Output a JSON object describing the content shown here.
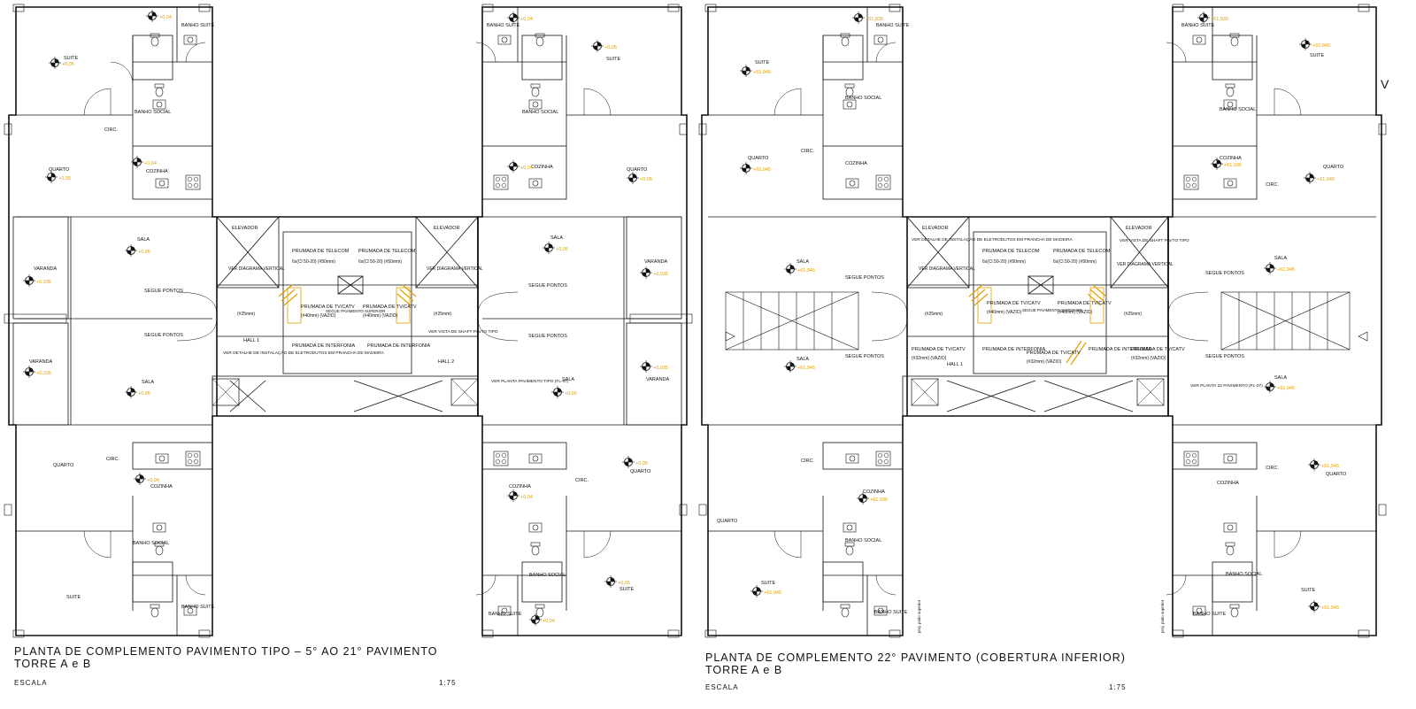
{
  "colors": {
    "lines": "#111111",
    "levels": "#e0a000",
    "background": "#ffffff"
  },
  "icons": {
    "level_marker": "level-marker-icon",
    "orange_pipes": "orange-conduit-icon"
  },
  "plans": [
    {
      "title_line1": "PLANTA DE COMPLEMENTO PAVIMENTO TIPO – 5° AO 21° PAVIMENTO",
      "title_line2": "TORRE A e B",
      "scale_label": "ESCALA",
      "scale_value": "1:75",
      "labels": {
        "suite_tl": "SUITE",
        "suite_tr": "SUITE",
        "suite_bl": "SUITE",
        "suite_br": "SUITE",
        "banho_suite_tl": "BANHO SUITE",
        "banho_suite_tr": "BANHO SUITE",
        "banho_suite_bl": "BANHO SUITE",
        "banho_suite_br": "BANHO SUITE",
        "banho_social_tl": "BANHO SOCIAL",
        "banho_social_tr": "BANHO SOCIAL",
        "banho_social_bl": "BANHO SOCIAL",
        "banho_social_br": "BANHO SOCIAL",
        "cozinha_tl": "COZINHA",
        "cozinha_tr": "COZINHA",
        "cozinha_bl": "COZINHA",
        "cozinha_br": "COZINHA",
        "quarto_tl": "QUARTO",
        "quarto_tr": "QUARTO",
        "quarto_bl": "QUARTO",
        "quarto_br": "QUARTO",
        "circ_tl": "CIRC.",
        "circ_bl": "CIRC.",
        "circ_br": "CIRC.",
        "sala_tl": "SALA",
        "sala_tr": "SALA",
        "sala_bl": "SALA",
        "sala_br": "SALA",
        "varanda_tl": "VARANDA",
        "varanda_tr": "VARANDA",
        "varanda_bl": "VARANDA",
        "varanda_br": "VARANDA",
        "elevador_1": "ELEVADOR",
        "elevador_2": "ELEVADOR",
        "ver_diagrama": "VER DIAGRAMA VERTICAL",
        "segue_pontos": "SEGUE PONTOS",
        "hall_1": "HALL 1",
        "hall_2": "HALL 2",
        "prumada_telecom": "PRUMADA DE TELECOM",
        "telecom_spec": "6x(Cl 50-20) (#50mm)",
        "prumada_tv": "PRUMADA DE TV/CATV",
        "tv_spec": "(#40mm) (VAZIO)",
        "prumada_interfonia": "PRUMADA DE INTERFONIA",
        "segue_superior": "SEGUE PAVIMENTO SUPERIOR",
        "diam_25": "(#25mm)",
        "ver_detalhe": "VER DETALHE DE INSTALAÇÃO DE ELETRODUTOS EM PRANCHA DE MADEIRA",
        "ver_vista_shaft": "VER VISTA DE SHAFT PAVTO TIPO",
        "ver_planta": "VER PLANTA PAVIMENTO TIPO (FL-07)"
      },
      "levels": {
        "suite_tl": "+0,05",
        "banho_tl": "+0,04",
        "quarto_tl": "+0,05",
        "cozinha_tl": "+0,04",
        "sala_tl": "+0,05",
        "varanda_tl": "+0,035",
        "varanda_bl": "+0,035",
        "sala_bl": "+0,05",
        "cozinha_bl": "+0,04",
        "banho_tr": "+0,04",
        "suite_tr": "+0,05",
        "cozinha_tr": "+0,04",
        "quarto_tr": "+0,05",
        "sala_tr": "+0,05",
        "varanda_tr": "+0,035",
        "varanda_br": "+0,035",
        "sala_br": "+0,05",
        "quarto_br": "+0,05",
        "cozinha_br": "+0,04",
        "suite_br": "+0,05",
        "banho_br": "+0,04"
      }
    },
    {
      "title_line1": "PLANTA DE COMPLEMENTO 22° PAVIMENTO (COBERTURA INFERIOR)",
      "title_line2": "TORRE A e B",
      "scale_label": "ESCALA",
      "scale_value": "1:75",
      "labels": {
        "suite_tl": "SUITE",
        "suite_tr": "SUITE",
        "suite_bl": "SUITE",
        "suite_br": "SUITE",
        "banho_suite_tl": "BANHO SUITE",
        "banho_suite_tr": "BANHO SUITE",
        "banho_suite_bl": "BANHO SUITE",
        "banho_suite_br": "BANHO SUITE",
        "banho_social_tl": "BANHO SOCIAL",
        "banho_social_tr": "BANHO SOCIAL",
        "banho_social_bl": "BANHO SOCIAL",
        "banho_social_br": "BANHO SOCIAL",
        "cozinha_tl": "COZINHA",
        "cozinha_tr": "COZINHA",
        "cozinha_bl": "COZINHA",
        "cozinha_br": "COZINHA",
        "quarto_tl": "QUARTO",
        "quarto_tr": "QUARTO",
        "quarto_bl": "QUARTO",
        "quarto_br": "QUARTO",
        "circ_tl": "CIRC.",
        "circ_tr": "CIRC.",
        "circ_bl": "CIRC.",
        "circ_br": "CIRC.",
        "sala_tl": "SALA",
        "sala_tr": "SALA",
        "sala_bl": "SALA",
        "sala_br": "SALA",
        "elevador_1": "ELEVADOR",
        "elevador_2": "ELEVADOR",
        "ver_diagrama": "VER DIAGRAMA VERTICAL",
        "segue_pontos": "SEGUE PONTOS",
        "hall_1": "HALL 1",
        "prumada_telecom": "PRUMADA DE TELECOM",
        "telecom_spec": "6x(Cl 50-20) (#50mm)",
        "prumada_tv": "PRUMADA DE TV/CATV",
        "tv_spec": "(#40mm) (VAZIO)",
        "tv_spec_32": "(#32mm) (VAZIO)",
        "prumada_interfonia": "PRUMADA DE INTERFONIA",
        "segue_superior": "SEGUE PAVIMENTO SUPERIOR",
        "diam_25": "(#25mm)",
        "ver_detalhe": "VER DETALHE DE INSTALAÇÃO DE ELETRODUTOS EM PRANCHA DE MADEIRA",
        "ver_vista_shaft": "VER VISTA DE SHAFT PAVTO TIPO",
        "ver_planta_22": "VER PLANTA 22 PAVIMENTO (FL-07)",
        "proj_patio": "proj. patio superior"
      },
      "levels": {
        "suite_tl": "+61,945",
        "banho_tl": "+61,935",
        "quarto_tl": "+61,945",
        "sala_tl": "+61,945",
        "sala_bl": "+61,945",
        "cozinha_bl": "+61,935",
        "suite_bl": "+61,945",
        "banho_tr": "+61,935",
        "suite_tr": "+61,945",
        "cozinha_tr": "+61,935",
        "quarto_tr": "+61,945",
        "sala_tr": "+61,945",
        "sala_br": "+61,945",
        "quarto_br": "+61,945",
        "suite_br": "+61,945"
      }
    }
  ]
}
